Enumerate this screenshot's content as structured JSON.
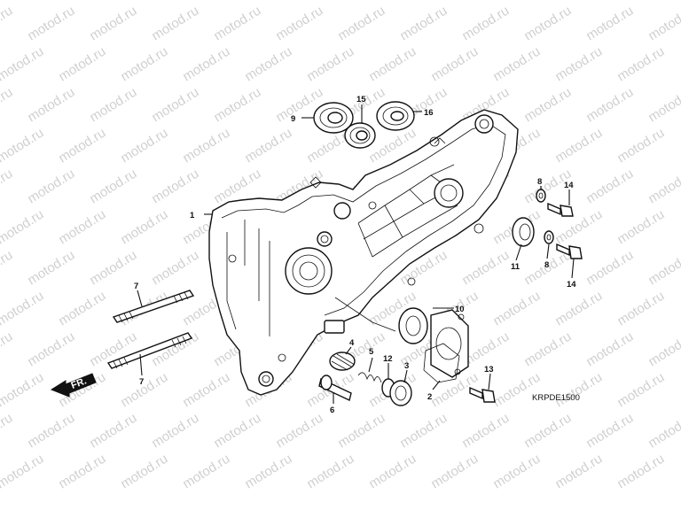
{
  "watermark": "motod.ru",
  "diagram_code": "KRPDE1500",
  "direction_label": "FR.",
  "callouts": [
    {
      "id": "c1",
      "label": "1"
    },
    {
      "id": "c2",
      "label": "2"
    },
    {
      "id": "c3",
      "label": "3"
    },
    {
      "id": "c4",
      "label": "4"
    },
    {
      "id": "c5",
      "label": "5"
    },
    {
      "id": "c6",
      "label": "6"
    },
    {
      "id": "c7a",
      "label": "7"
    },
    {
      "id": "c7b",
      "label": "7"
    },
    {
      "id": "c8a",
      "label": "8"
    },
    {
      "id": "c8b",
      "label": "8"
    },
    {
      "id": "c9",
      "label": "9"
    },
    {
      "id": "c10",
      "label": "10"
    },
    {
      "id": "c11",
      "label": "11"
    },
    {
      "id": "c12",
      "label": "12"
    },
    {
      "id": "c13",
      "label": "13"
    },
    {
      "id": "c14a",
      "label": "14"
    },
    {
      "id": "c14b",
      "label": "14"
    },
    {
      "id": "c15",
      "label": "15"
    },
    {
      "id": "c16",
      "label": "16"
    }
  ]
}
